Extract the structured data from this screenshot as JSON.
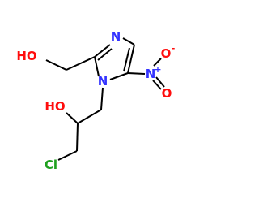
{
  "molecule": {
    "atoms": {
      "n3": "N",
      "n1": "N",
      "n_nitro": "N",
      "n_nitro_charge": "+",
      "o_nitro_top": "O",
      "o_nitro_bottom": "O",
      "o_nitro_charge": "-",
      "oh_methanol": "HO",
      "oh_propanol": "HO",
      "cl": "Cl"
    },
    "colors": {
      "bond": "#000000",
      "nitrogen": "#3333ff",
      "oxygen": "#ff0d0d",
      "chlorine": "#1fa01f",
      "carbon_hetero_text": "#000000"
    }
  }
}
